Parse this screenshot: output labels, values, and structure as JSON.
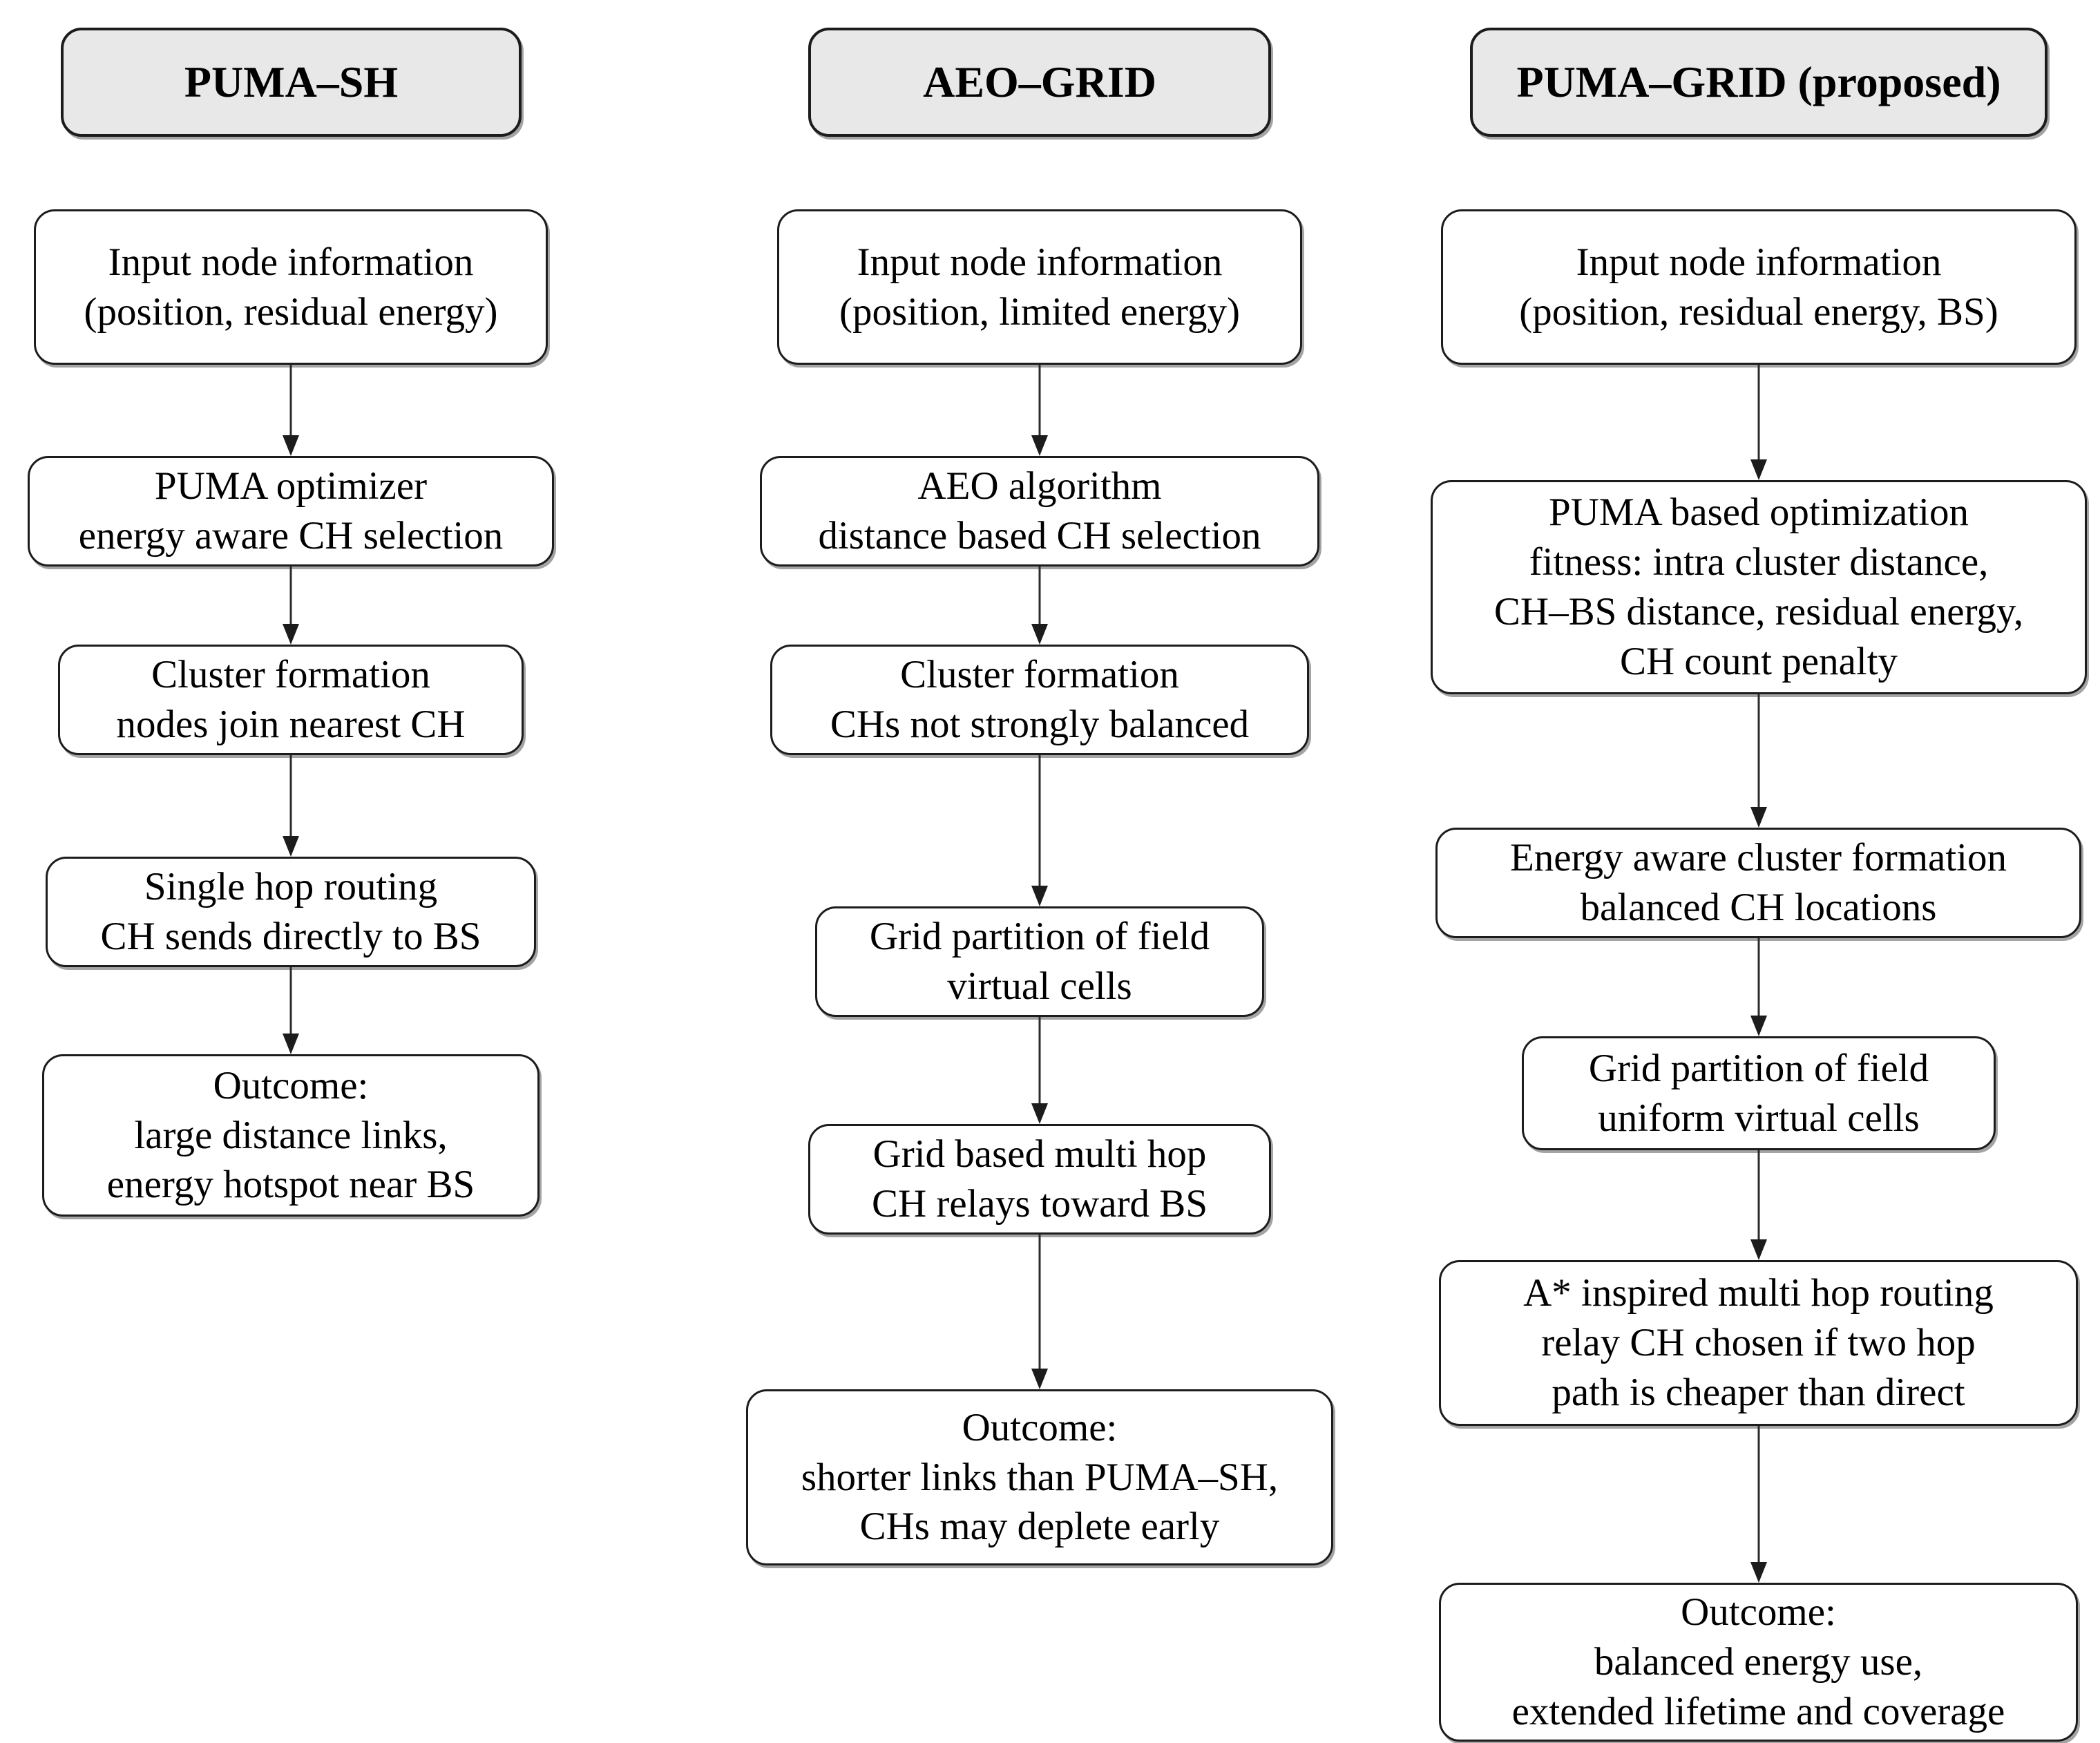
{
  "diagram": {
    "title": "Comparison flowchart of clustering and routing protocols",
    "colors": {
      "header_fill": "#e8e8e8",
      "box_fill": "#ffffff",
      "border": "#1c1c1c",
      "arrow": "#2b2b2b",
      "background": "#ffffff"
    },
    "columns": [
      {
        "id": "puma-sh",
        "header": "PUMA–SH",
        "boxes": [
          {
            "lines": [
              "Input node information",
              "(position, residual energy)"
            ]
          },
          {
            "lines": [
              "PUMA optimizer",
              "energy aware CH selection"
            ]
          },
          {
            "lines": [
              "Cluster formation",
              "nodes join nearest CH"
            ]
          },
          {
            "lines": [
              "Single hop routing",
              "CH sends directly to BS"
            ]
          },
          {
            "lines": [
              "Outcome:",
              "large distance links,",
              "energy hotspot near BS"
            ]
          }
        ]
      },
      {
        "id": "aeo-grid",
        "header": "AEO–GRID",
        "boxes": [
          {
            "lines": [
              "Input node information",
              "(position, limited energy)"
            ]
          },
          {
            "lines": [
              "AEO algorithm",
              "distance based CH selection"
            ]
          },
          {
            "lines": [
              "Cluster formation",
              "CHs not strongly balanced"
            ]
          },
          {
            "lines": [
              "Grid partition of field",
              "virtual cells"
            ]
          },
          {
            "lines": [
              "Grid based multi hop",
              "CH relays toward BS"
            ]
          },
          {
            "lines": [
              "Outcome:",
              "shorter links than PUMA–SH,",
              "CHs may deplete early"
            ]
          }
        ]
      },
      {
        "id": "puma-grid",
        "header": "PUMA–GRID (proposed)",
        "boxes": [
          {
            "lines": [
              "Input node information",
              "(position, residual energy, BS)"
            ]
          },
          {
            "lines": [
              "PUMA based optimization",
              "fitness: intra cluster distance,",
              "CH–BS distance, residual energy,",
              "CH count penalty"
            ]
          },
          {
            "lines": [
              "Energy aware cluster formation",
              "balanced CH locations"
            ]
          },
          {
            "lines": [
              "Grid partition of field",
              "uniform virtual cells"
            ]
          },
          {
            "lines": [
              "A* inspired multi hop routing",
              "relay CH chosen if two hop",
              "path is cheaper than direct"
            ]
          },
          {
            "lines": [
              "Outcome:",
              "balanced energy use,",
              "extended lifetime and coverage"
            ]
          }
        ]
      }
    ]
  }
}
